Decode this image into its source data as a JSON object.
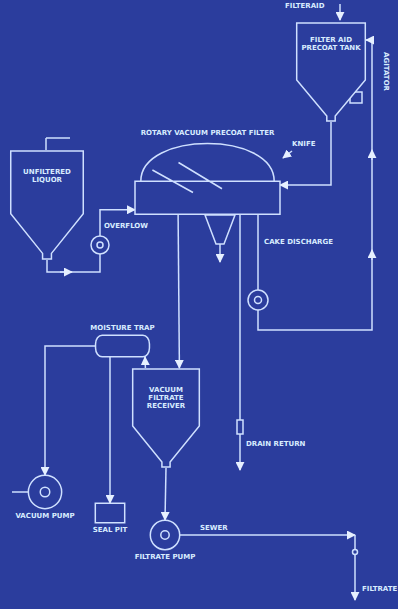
{
  "diagram": {
    "nodes": [
      {
        "text": [
          "FILTER AID PRECOAT TANK"
        ]
      },
      {
        "text": [
          "UNFILTERED LIQUOR"
        ]
      },
      {
        "text": [
          "ROTARY VACUUM PRECOAT FILTER"
        ]
      },
      {
        "text": [
          "MOISTURE TRAP"
        ]
      },
      {
        "text": [
          "VACUUM FILTRATE RECEIVER"
        ]
      },
      {
        "text": [
          "VACUUM PUMP"
        ]
      },
      {
        "text": [
          "SEAL PIT"
        ]
      },
      {
        "text": [
          "FILTRATE PUMP"
        ]
      }
    ],
    "edges": [
      {
        "from": 0,
        "to": 2,
        "arrow": "to"
      },
      {
        "from": 1,
        "to": 2,
        "arrow": "to"
      },
      {
        "from": 2,
        "to": 4,
        "arrow": "to"
      },
      {
        "from": 4,
        "to": 3,
        "arrow": "to"
      },
      {
        "from": 3,
        "to": 5,
        "arrow": "to"
      },
      {
        "from": 3,
        "to": 6,
        "arrow": "to"
      },
      {
        "from": 4,
        "to": 7,
        "arrow": "to"
      },
      {
        "from": 2,
        "to": 0,
        "arrow": "to"
      }
    ],
    "labels": [
      "FILTERAID",
      "AGITATOR",
      "KNIFE",
      "OVERFLOW",
      "CAKE DISCHARGE",
      "DRAIN RETURN",
      "SEWER",
      "FILTRATE"
    ]
  }
}
